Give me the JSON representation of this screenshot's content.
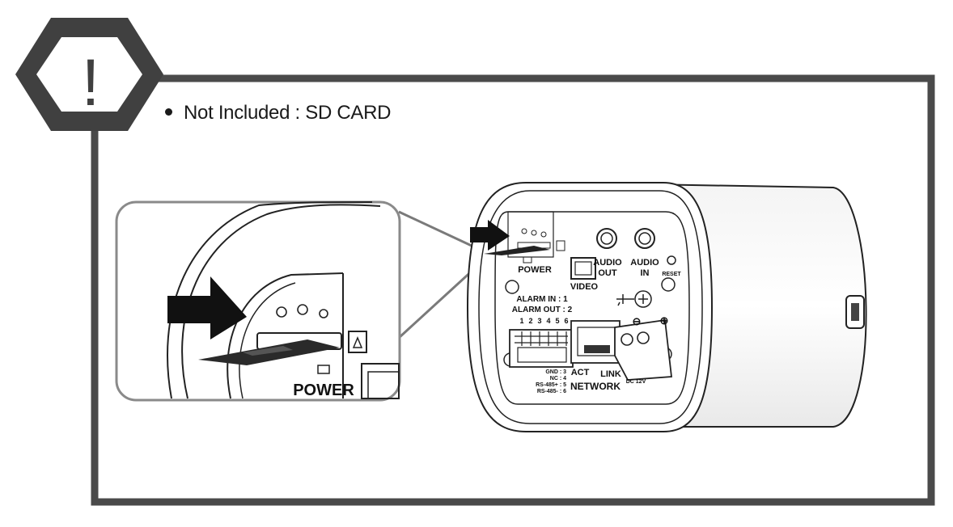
{
  "warning_icon": {
    "glyph": "!",
    "icon": "warning-hexagon-icon"
  },
  "note": {
    "text": "Not Included : SD CARD"
  },
  "zoom_inset": {
    "power_label": "POWER"
  },
  "camera": {
    "power_label": "POWER",
    "video_label": "VIDEO",
    "audio_out_label": [
      "AUDIO",
      "OUT"
    ],
    "audio_in_label": [
      "AUDIO",
      "IN"
    ],
    "reset_label": "RESET",
    "alarm_in_label": "ALARM IN : 1",
    "alarm_out_label": "ALARM OUT : 2",
    "pin_numbers": [
      "1",
      "2",
      "3",
      "4",
      "5",
      "6"
    ],
    "pin_notes": [
      "GND : 3",
      "NC : 4",
      "RS-485+ : 5",
      "RS-485- : 6"
    ],
    "act_label": "ACT",
    "link_label": "LINK",
    "network_label": "NETWORK",
    "dc_label": "DC 12V",
    "minus_symbol": "⊖",
    "plus_symbol": "⊕"
  },
  "colors": {
    "frame": "#4a4a4a",
    "frame_dark": "#404040",
    "inset_border": "#8a8a8a",
    "arrow": "#111111"
  }
}
